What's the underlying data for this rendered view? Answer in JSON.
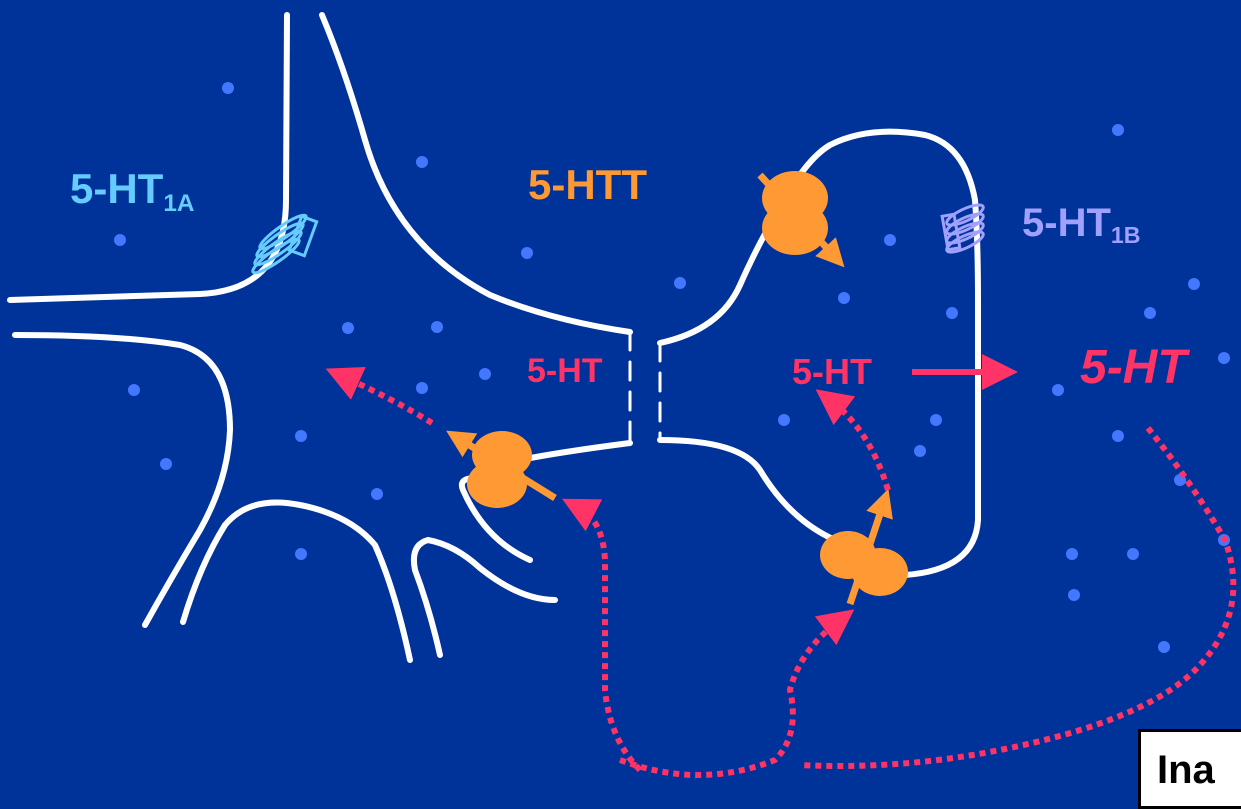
{
  "labels": {
    "receptor_1a": {
      "main": "5-HT",
      "sub": "1A"
    },
    "receptor_1b": {
      "main": "5-HT",
      "sub": "1B"
    },
    "transporter": "5-HTT",
    "serotonin_synapse": "5-HT",
    "serotonin_presynaptic": "5-HT",
    "serotonin_extracellular": "5-HT",
    "partial_box_text": "Ina"
  },
  "colors": {
    "background": "#003399",
    "membrane": "#ffffff",
    "transporter": "#ff9933",
    "serotonin": "#ff3366",
    "dots": "#4477ff",
    "receptor_1a": "#66ccff",
    "receptor_1b": "#a0a0ff"
  },
  "icons": [
    "receptor-coil-icon",
    "transporter-icon",
    "arrow-icon",
    "dotted-arrow-icon"
  ]
}
